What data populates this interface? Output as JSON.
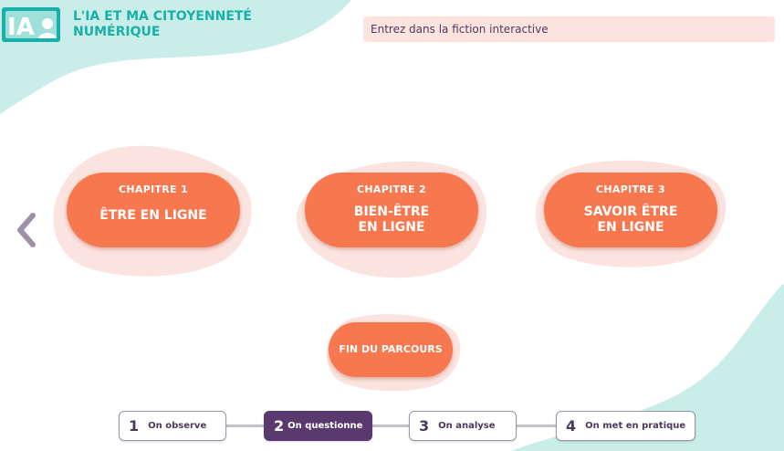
{
  "header": {
    "title": "L'IA ET MA CITOYENNETÉ NUMÉRIQUE",
    "logo_text": "IA",
    "fiction_link": "Entrez dans la fiction interactive"
  },
  "navigation": {
    "prev_icon": "chevron-left-icon"
  },
  "chapters": [
    {
      "number": "CHAPITRE 1",
      "title": "ÊTRE EN LIGNE"
    },
    {
      "number": "CHAPITRE 2",
      "title": "BIEN-ÊTRE\nEN LIGNE"
    },
    {
      "number": "CHAPITRE 3",
      "title": "SAVOIR ÊTRE\nEN LIGNE"
    }
  ],
  "end_button": "FIN DU PARCOURS",
  "steps": [
    {
      "number": "1",
      "label": "On observe",
      "active": false
    },
    {
      "number": "2",
      "label": "On questionne",
      "active": true
    },
    {
      "number": "3",
      "label": "On analyse",
      "active": false
    },
    {
      "number": "4",
      "label": "On met en pratique",
      "active": false
    }
  ],
  "colors": {
    "accent_teal": "#18b0a8",
    "mint_background": "#c9eeea",
    "card_orange": "#f7774f",
    "blob_pink": "#fbe3df",
    "step_active": "#5a3a6e",
    "fiction_bar": "#fde3df"
  }
}
